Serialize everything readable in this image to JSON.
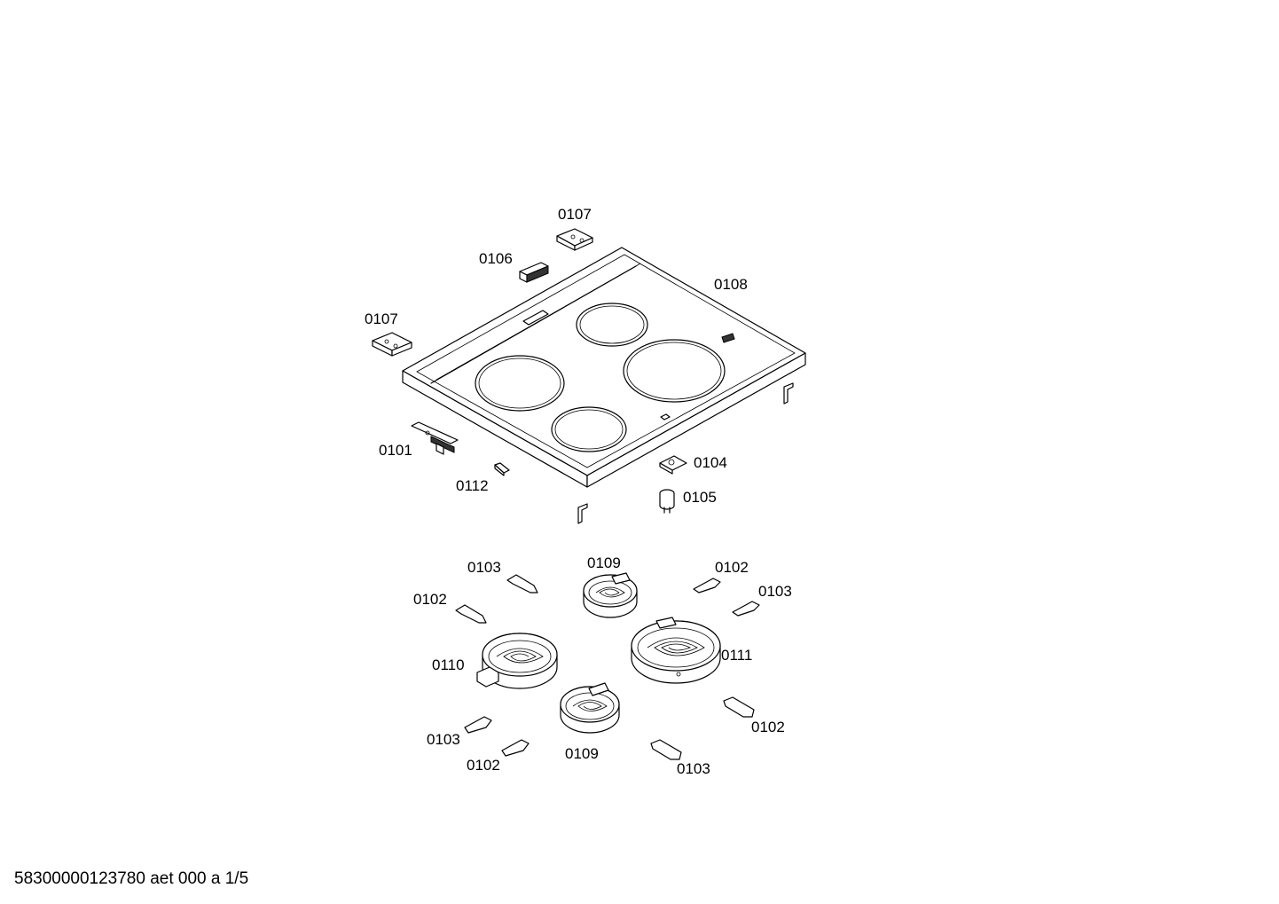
{
  "labels": {
    "top_right_bracket": "0107",
    "switch_top": "0106",
    "top_frame": "0108",
    "left_bracket": "0107",
    "connector_strip": "0101",
    "small_clip": "0112",
    "mount_plate": "0104",
    "lamp": "0105",
    "clip_upper_left_a": "0103",
    "clip_upper_left_b": "0102",
    "heater_top": "0109",
    "clip_upper_right_a": "0102",
    "clip_upper_right_b": "0103",
    "heater_left": "0110",
    "heater_right": "0111",
    "clip_lower_left_a": "0103",
    "clip_lower_left_b": "0102",
    "heater_bottom": "0109",
    "clip_lower_right_a": "0102",
    "clip_lower_right_b": "0103"
  },
  "footer": "58300000123780 aet 000 a 1/5"
}
